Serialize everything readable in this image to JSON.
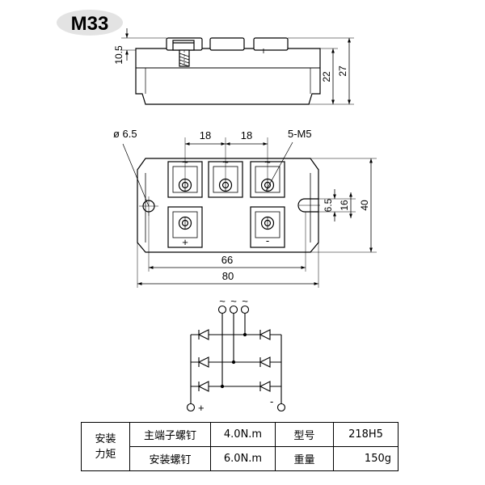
{
  "model_label": "M33",
  "side_view": {
    "dims": {
      "height_a": "10.5",
      "height_b": "22",
      "height_c": "27"
    }
  },
  "top_view": {
    "hole_diameter": "ø 6.5",
    "screw_spec": "5-M5",
    "pitch_1": "18",
    "pitch_2": "18",
    "slot_width": "6.5",
    "slot_span": "16",
    "body_height": "40",
    "hole_spacing": "66",
    "overall_length": "80",
    "terminal_ac_1": "~",
    "terminal_ac_2": "~",
    "terminal_ac_3": "~",
    "terminal_pos": "+",
    "terminal_neg": "-"
  },
  "schematic": {
    "ac_1": "~",
    "ac_2": "~",
    "ac_3": "~",
    "pos_label": "+",
    "neg_label": "-"
  },
  "spec_table": {
    "torque_header_line1": "安装",
    "torque_header_line2": "力矩",
    "row1_label": "主端子螺钉",
    "row1_value": "4.0N.m",
    "row1_param": "型号",
    "row1_param_value": "218H5",
    "row2_label": "安装螺钉",
    "row2_value": "6.0N.m",
    "row2_param": "重量",
    "row2_param_value": "150g"
  }
}
